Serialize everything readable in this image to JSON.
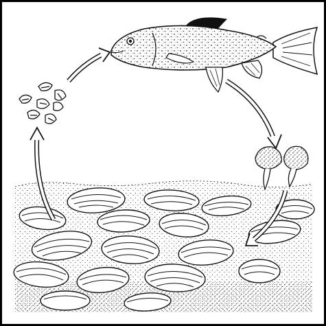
{
  "diagram": {
    "stages": [
      {
        "id": "adult-mussels",
        "label": ""
      },
      {
        "id": "glochidia-larvae",
        "label": ""
      },
      {
        "id": "host-fish",
        "label": ""
      },
      {
        "id": "juvenile-mussels",
        "label": ""
      }
    ],
    "arrows": [
      {
        "from": "adult-mussels",
        "to": "glochidia-larvae"
      },
      {
        "from": "glochidia-larvae",
        "to": "host-fish"
      },
      {
        "from": "host-fish",
        "to": "juvenile-mussels"
      },
      {
        "from": "juvenile-mussels",
        "to": "adult-mussels"
      }
    ],
    "colors": {
      "ink": "#111111",
      "background": "#ffffff",
      "frame": "#000000"
    }
  }
}
